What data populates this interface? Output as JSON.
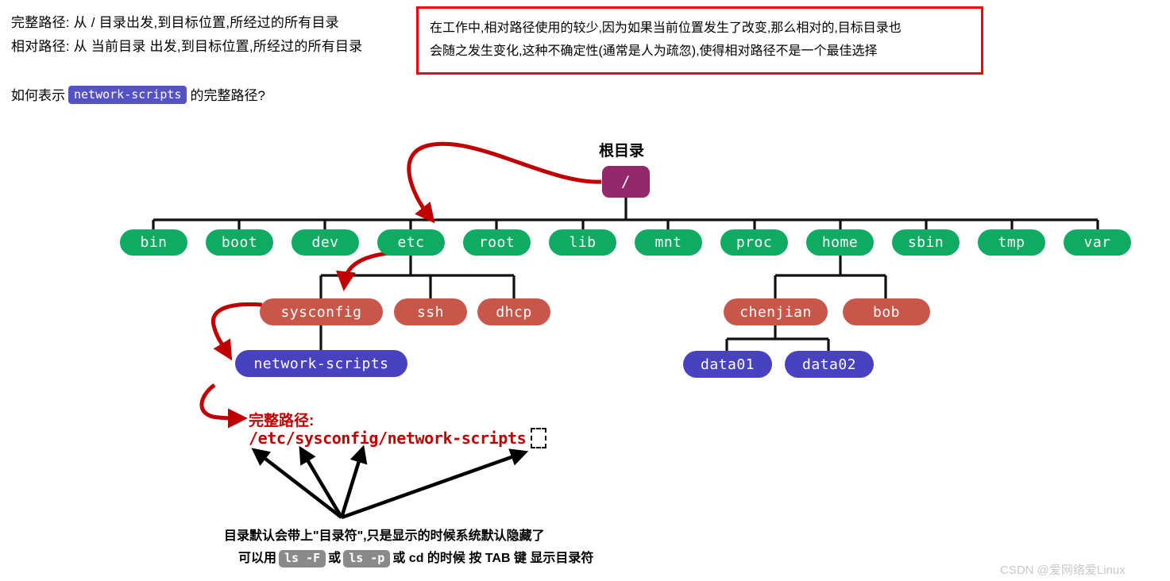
{
  "definitions": {
    "full_path": "完整路径: 从 / 目录出发,到目标位置,所经过的所有目录",
    "relative_path": "相对路径: 从 当前目录 出发,到目标位置,所经过的所有目录"
  },
  "callout": {
    "line1": "在工作中,相对路径使用的较少,因为如果当前位置发生了改变,那么相对的,目标目录也",
    "line2": "会随之发生变化,这种不确定性(通常是人为疏忽),使得相对路径不是一个最佳选择",
    "border_color": "#ff0000"
  },
  "question": {
    "prefix": "如何表示",
    "code": "network-scripts",
    "suffix": "的完整路径?",
    "code_badge_color": "#5552c8"
  },
  "tree": {
    "root_label": "根目录",
    "root_node": "/",
    "level1": [
      "bin",
      "boot",
      "dev",
      "etc",
      "root",
      "lib",
      "mnt",
      "proc",
      "home",
      "sbin",
      "tmp",
      "var"
    ],
    "etc_children": [
      "sysconfig",
      "ssh",
      "dhcp"
    ],
    "sysconfig_children": [
      "network-scripts"
    ],
    "home_children": [
      "chenjian",
      "bob"
    ],
    "chenjian_children": [
      "data01",
      "data02"
    ],
    "colors": {
      "root": "#93286c",
      "level1": "#0fab62",
      "level2": "#c9564a",
      "level3": "#4842c0",
      "connector": "#111111",
      "red_arrow": "#c00000",
      "black_arrow": "#000000"
    }
  },
  "annotation": {
    "title": "完整路径:",
    "value": "/etc/sysconfig/network-scripts",
    "color": "#c00000"
  },
  "notes": {
    "line1": "目录默认会带上\"目录符\",只是显示的时候系统默认隐藏了",
    "line2_prefix": "可以用",
    "line2_code1": "ls -F",
    "line2_mid1": "或",
    "line2_code2": "ls -p",
    "line2_mid2": "或 cd 的时候 按 TAB 键 显示目录符",
    "code_badge_color": "#8a8a8a"
  },
  "watermark": "CSDN @爱网络爱Linux"
}
